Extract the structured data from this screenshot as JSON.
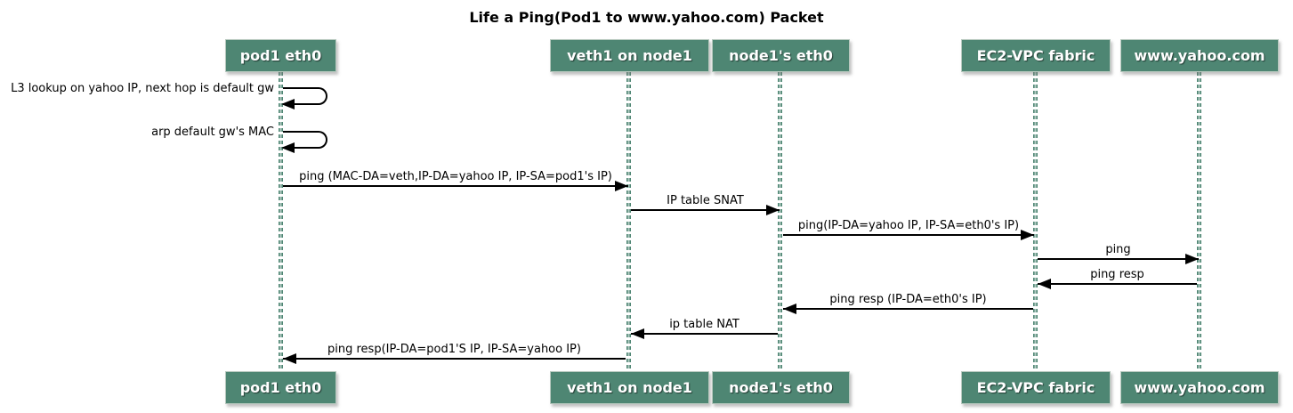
{
  "title": "Life a Ping(Pod1 to www.yahoo.com) Packet",
  "diagram_type": "sequence-diagram",
  "colors": {
    "participant_fill": "#4E8673",
    "participant_border": "#B7C8BE",
    "participant_text": "#FFFFFF",
    "lifeline": "#4E8673",
    "arrow": "#000000",
    "message_text": "#000000",
    "background": "#FFFFFF"
  },
  "participants": [
    {
      "label": "pod1 eth0"
    },
    {
      "label": "veth1 on node1"
    },
    {
      "label": "node1's eth0"
    },
    {
      "label": "EC2-VPC fabric"
    },
    {
      "label": "www.yahoo.com"
    }
  ],
  "messages": [
    {
      "type": "self",
      "from": "pod1 eth0",
      "to": "pod1 eth0",
      "label": "L3 lookup on yahoo IP, next hop is default gw"
    },
    {
      "type": "self",
      "from": "pod1 eth0",
      "to": "pod1 eth0",
      "label": "arp default gw's MAC"
    },
    {
      "type": "arrow",
      "from": "pod1 eth0",
      "to": "veth1 on node1",
      "direction": "right",
      "label": "ping (MAC-DA=veth,IP-DA=yahoo IP, IP-SA=pod1's IP)"
    },
    {
      "type": "arrow",
      "from": "veth1 on node1",
      "to": "node1's eth0",
      "direction": "right",
      "label": "IP table SNAT"
    },
    {
      "type": "arrow",
      "from": "node1's eth0",
      "to": "EC2-VPC fabric",
      "direction": "right",
      "label": "ping(IP-DA=yahoo IP, IP-SA=eth0's IP)"
    },
    {
      "type": "arrow",
      "from": "EC2-VPC fabric",
      "to": "www.yahoo.com",
      "direction": "right",
      "label": "ping"
    },
    {
      "type": "arrow",
      "from": "www.yahoo.com",
      "to": "EC2-VPC fabric",
      "direction": "left",
      "label": "ping resp"
    },
    {
      "type": "arrow",
      "from": "EC2-VPC fabric",
      "to": "node1's eth0",
      "direction": "left",
      "label": "ping resp (IP-DA=eth0's IP)"
    },
    {
      "type": "arrow",
      "from": "node1's eth0",
      "to": "veth1 on node1",
      "direction": "left",
      "label": "ip table NAT"
    },
    {
      "type": "arrow",
      "from": "veth1 on node1",
      "to": "pod1 eth0",
      "direction": "left",
      "label": "ping resp(IP-DA=pod1'S IP, IP-SA=yahoo IP)"
    }
  ]
}
